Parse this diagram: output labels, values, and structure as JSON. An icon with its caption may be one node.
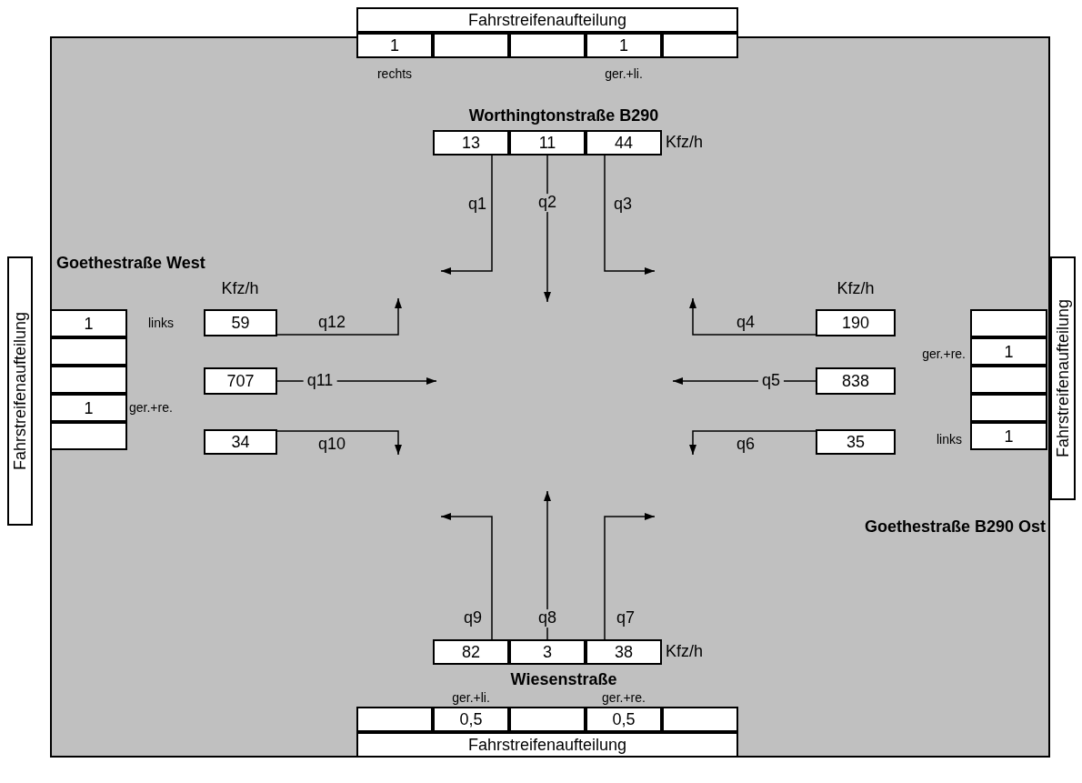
{
  "diagram": {
    "nodes": [
      {
        "text": [
          "Fahrstreifenaufteilung"
        ]
      },
      {
        "text": [
          "1"
        ]
      },
      {
        "text": [],
        "shape": "box"
      },
      {
        "text": [],
        "shape": "box"
      },
      {
        "text": [
          "1"
        ]
      },
      {
        "text": [],
        "shape": "box"
      },
      {
        "text": [
          "13"
        ]
      },
      {
        "text": [
          "11"
        ]
      },
      {
        "text": [
          "44"
        ]
      },
      {
        "text": [
          "Fahrstreifenaufteilung"
        ]
      },
      {
        "text": [
          "1"
        ]
      },
      {
        "text": [],
        "shape": "box"
      },
      {
        "text": [],
        "shape": "box"
      },
      {
        "text": [
          "1"
        ]
      },
      {
        "text": [],
        "shape": "box"
      },
      {
        "text": [
          "Fahrstreifenaufteilung"
        ]
      },
      {
        "text": [],
        "shape": "box"
      },
      {
        "text": [
          "1"
        ]
      },
      {
        "text": [],
        "shape": "box"
      },
      {
        "text": [],
        "shape": "box"
      },
      {
        "text": [
          "1"
        ]
      },
      {
        "text": [
          "59"
        ]
      },
      {
        "text": [
          "190"
        ]
      },
      {
        "text": [
          "707"
        ]
      },
      {
        "text": [
          "838"
        ]
      },
      {
        "text": [
          "34"
        ]
      },
      {
        "text": [
          "35"
        ]
      },
      {
        "text": [
          "82"
        ]
      },
      {
        "text": [
          "3"
        ]
      },
      {
        "text": [
          "38"
        ]
      },
      {
        "text": [],
        "shape": "box"
      },
      {
        "text": [
          "0,5"
        ]
      },
      {
        "text": [],
        "shape": "box"
      },
      {
        "text": [
          "0,5"
        ]
      },
      {
        "text": [],
        "shape": "box"
      },
      {
        "text": [
          "Fahrstreifenaufteilung"
        ]
      }
    ],
    "edges": [
      {
        "from": 6,
        "to": null,
        "arrow": "to",
        "label": "q1"
      },
      {
        "from": 7,
        "to": null,
        "arrow": "to",
        "label": "q2"
      },
      {
        "from": 8,
        "to": null,
        "arrow": "to",
        "label": "q3"
      },
      {
        "from": 22,
        "to": null,
        "arrow": "to",
        "label": "q4"
      },
      {
        "from": 24,
        "to": null,
        "arrow": "to",
        "label": "q5"
      },
      {
        "from": 26,
        "to": null,
        "arrow": "to",
        "label": "q6"
      },
      {
        "from": 29,
        "to": null,
        "arrow": "to",
        "label": "q7"
      },
      {
        "from": 28,
        "to": null,
        "arrow": "to",
        "label": "q8"
      },
      {
        "from": 27,
        "to": null,
        "arrow": "to",
        "label": "q9"
      },
      {
        "from": 25,
        "to": null,
        "arrow": "to",
        "label": "q10"
      },
      {
        "from": 23,
        "to": null,
        "arrow": "to",
        "label": "q11"
      },
      {
        "from": 21,
        "to": null,
        "arrow": "to",
        "label": "q12"
      }
    ],
    "labels": [
      "rechts",
      "ger.+li.",
      "Worthingtonstraße B290",
      "Kfz/h",
      "Goethestraße West",
      "Kfz/h",
      "Kfz/h",
      "links",
      "ger.+re.",
      "ger.+re.",
      "links",
      "Goethestraße B290 Ost",
      "Kfz/h",
      "Wiesenstraße",
      "ger.+li.",
      "ger.+re."
    ]
  }
}
